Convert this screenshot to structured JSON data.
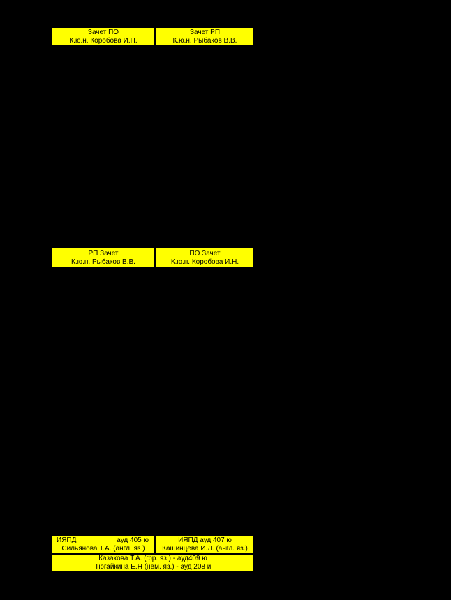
{
  "block1": {
    "left": {
      "line1": "Зачет  ПО",
      "line2": "К.ю.н. Коробова И.Н."
    },
    "right": {
      "line1": "Зачет РП",
      "line2": "К.ю.н. Рыбаков В.В."
    }
  },
  "block2": {
    "left": {
      "line1": "РП Зачет",
      "line2": "К.ю.н. Рыбаков В.В."
    },
    "right": {
      "line1": "ПО Зачет",
      "line2": "К.ю.н. Коробова И.Н."
    }
  },
  "block3": {
    "left": {
      "line1_a": "ИЯПД",
      "line1_b": "ауд 405  ю",
      "line2": "Сильянова Т.А. (англ. яз.)"
    },
    "right": {
      "line1": "ИЯПД   ауд 407 ю",
      "line2": "Кашинцева И.Л. (англ. яз.)"
    },
    "wide": {
      "line1": "Казакова Т.А. (фр. яз.) - ауд409 ю",
      "line2": "Тюгайкина Е.Н (нем. яз.) - ауд 208 и"
    }
  },
  "colors": {
    "background": "#000000",
    "cell_fill": "#FFFF00",
    "text": "#000000"
  }
}
